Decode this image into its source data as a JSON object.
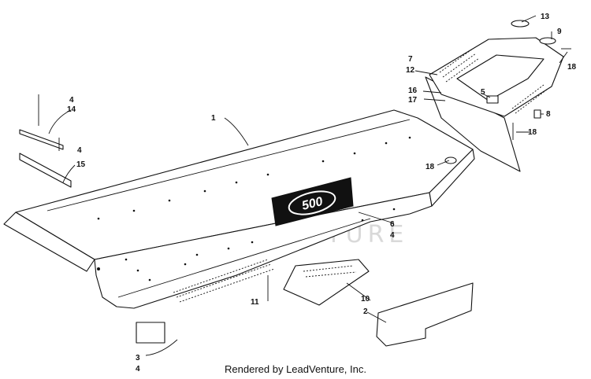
{
  "watermark": "LEADVENTURE",
  "footer": "Rendered by LeadVenture, Inc.",
  "decal_text": "500",
  "callouts": [
    {
      "label": "1"
    },
    {
      "label": "2"
    },
    {
      "label": "3"
    },
    {
      "label": "4"
    },
    {
      "label": "4"
    },
    {
      "label": "4"
    },
    {
      "label": "4"
    },
    {
      "label": "5"
    },
    {
      "label": "6"
    },
    {
      "label": "7"
    },
    {
      "label": "8"
    },
    {
      "label": "9"
    },
    {
      "label": "10"
    },
    {
      "label": "11"
    },
    {
      "label": "12"
    },
    {
      "label": "13"
    },
    {
      "label": "14"
    },
    {
      "label": "15"
    },
    {
      "label": "16"
    },
    {
      "label": "17"
    },
    {
      "label": "18"
    },
    {
      "label": "18"
    },
    {
      "label": "18"
    }
  ],
  "colors": {
    "ink": "#111111",
    "watermark": "#d9d9d9",
    "background": "#ffffff"
  }
}
